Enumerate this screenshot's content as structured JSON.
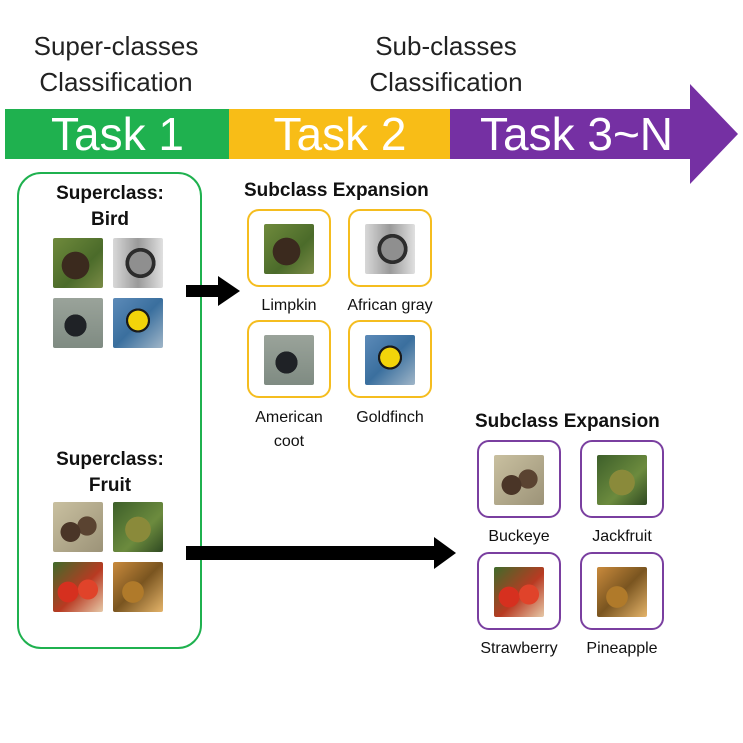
{
  "header": {
    "task1_caption": [
      "Super-classes",
      "Classification"
    ],
    "task2_caption": [
      "Sub-classes",
      "Classification"
    ]
  },
  "timeline": {
    "task1": "Task 1",
    "task2": "Task 2",
    "task3": "Task 3~N",
    "colors": {
      "task1": "#1fb14f",
      "task2": "#f8bd17",
      "task3": "#7530a3"
    }
  },
  "superclasses": [
    {
      "title_line1": "Superclass:",
      "title_line2": "Bird",
      "images": [
        "limpkin-photo",
        "african-gray-photo",
        "american-coot-photo",
        "goldfinch-photo"
      ]
    },
    {
      "title_line1": "Superclass:",
      "title_line2": "Fruit",
      "images": [
        "buckeye-photo",
        "jackfruit-photo",
        "strawberry-photo",
        "pineapple-photo"
      ]
    }
  ],
  "bird_expansion": {
    "title": "Subclass Expansion",
    "items": [
      {
        "label": "Limpkin",
        "image": "limpkin-photo"
      },
      {
        "label": "African gray",
        "image": "african-gray-photo"
      },
      {
        "label_line1": "American",
        "label_line2": "coot",
        "image": "american-coot-photo"
      },
      {
        "label": "Goldfinch",
        "image": "goldfinch-photo"
      }
    ]
  },
  "fruit_expansion": {
    "title": "Subclass Expansion",
    "items": [
      {
        "label": "Buckeye",
        "image": "buckeye-photo"
      },
      {
        "label": "Jackfruit",
        "image": "jackfruit-photo"
      },
      {
        "label": "Strawberry",
        "image": "strawberry-photo"
      },
      {
        "label": "Pineapple",
        "image": "pineapple-photo"
      }
    ]
  }
}
